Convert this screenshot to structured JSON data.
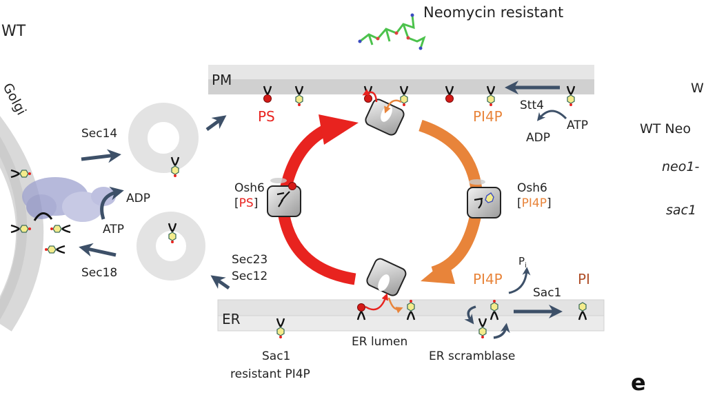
{
  "panel": {
    "letter": "e",
    "condition_label": "WT",
    "neomycin_label": "Neomycin resistant"
  },
  "compartments": {
    "golgi": "Golgi",
    "pm": "PM",
    "er": "ER",
    "er_lumen": "ER lumen"
  },
  "lipids": {
    "ps": "PS",
    "pi4p_pm": "PI4P",
    "pi4p_er": "PI4P",
    "pi": "PI",
    "pi_sub": "i",
    "p": "P"
  },
  "proteins": {
    "sec14": "Sec14",
    "sec18": "Sec18",
    "sec23": "Sec23",
    "sec12": "Sec12",
    "stt4": "Stt4",
    "sac1": "Sac1",
    "osh6_left_name": "Osh6",
    "osh6_left_cargo": "PS",
    "osh6_right_name": "Osh6",
    "osh6_right_cargo": "PI4P",
    "er_scramblase": "ER scramblase",
    "sac1_resistant_line1": "Sac1",
    "sac1_resistant_line2": "resistant PI4P"
  },
  "energy": {
    "adp_golgi": "ADP",
    "atp_golgi": "ATP",
    "atp_pm": "ATP",
    "adp_pm": "ADP"
  },
  "right_legend": {
    "items": [
      "W",
      "WT Neo",
      "neo1-",
      "sac1"
    ]
  },
  "colors": {
    "ps_red": "#e8231f",
    "pi4p_orange": "#e8843a",
    "membrane_gray": "#d6d6d6",
    "membrane_light": "#e9e9e9",
    "arrow_slate": "#3d5068",
    "text": "#222222"
  }
}
